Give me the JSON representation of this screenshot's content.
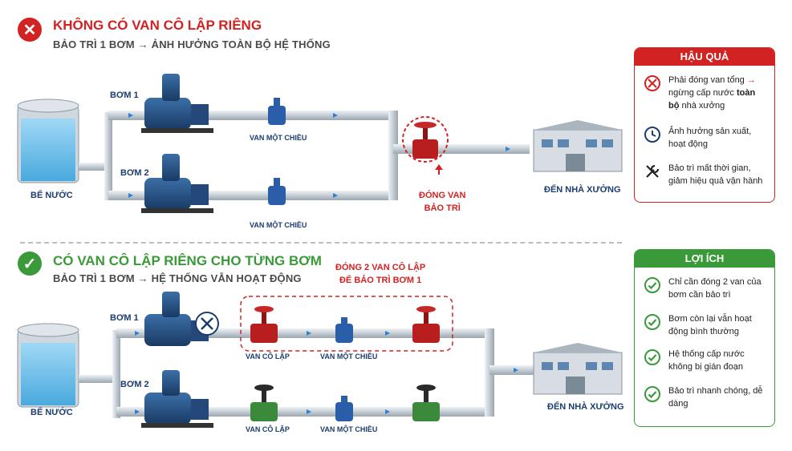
{
  "colors": {
    "bad": "#d32222",
    "good": "#3a9a3a",
    "navy": "#1c3d6e",
    "pipe": "#cfd6dc",
    "flow": "#2f80d0"
  },
  "top": {
    "title": "KHÔNG CÓ VAN CÔ LẬP RIÊNG",
    "subtitle": "BẢO TRÌ 1 BƠM → ẢNH HƯỞNG TOÀN BỘ HỆ THỐNG",
    "tank_label": "BỂ NƯỚC",
    "pump1": "BƠM 1",
    "pump2": "BƠM 2",
    "check_valve_1": "VAN MỘT CHIỀU",
    "check_valve_2": "VAN MỘT CHIỀU",
    "main_valve_callout": "ĐÓNG VAN\nBẢO TRÌ",
    "factory_label": "ĐẾN NHÀ XƯỞNG"
  },
  "bottom": {
    "title": "CÓ VAN CÔ LẬP RIÊNG CHO TỪNG BƠM",
    "subtitle": "BẢO TRÌ 1 BƠM → HỆ THỐNG VẪN HOẠT ĐỘNG",
    "tank_label": "BỂ NƯỚC",
    "pump1": "BƠM 1",
    "pump2": "BƠM 2",
    "callout": "ĐÓNG 2 VAN CÔ LẬP\nĐỂ BẢO TRÌ BƠM 1",
    "iso_valve_1": "VAN CÔ LẬP",
    "check_valve_1": "VAN MỘT CHIỀU",
    "iso_valve_2": "VAN CÔ LẬP",
    "check_valve_2": "VAN MỘT CHIỀU",
    "factory_label": "ĐẾN NHÀ XƯỞNG"
  },
  "consequences": {
    "header": "HẬU QUẢ",
    "items": [
      {
        "icon": "ban-icon",
        "text_a": "Phải đóng van tổng ",
        "arrow": "→",
        "text_b": "ngừng cấp nước ",
        "bold": "toàn bộ",
        "text_c": " nhà xưởng"
      },
      {
        "icon": "clock-icon",
        "text": "Ảnh hưởng sản xuất, hoạt động"
      },
      {
        "icon": "tools-icon",
        "text": "Bảo trì mất thời gian, giảm hiệu quả vận hành"
      }
    ]
  },
  "benefits": {
    "header": "LỢI ÍCH",
    "items": [
      {
        "icon": "check-circle-icon",
        "text": "Chỉ cần đóng 2 van của bơm cần bảo trì"
      },
      {
        "icon": "check-circle-icon",
        "text": "Bơm còn lại vẫn hoạt động bình thường"
      },
      {
        "icon": "check-circle-icon",
        "text": "Hệ thống cấp nước không bị gián đoạn"
      },
      {
        "icon": "check-circle-icon",
        "text": "Bảo trì nhanh chóng, dễ dàng"
      }
    ]
  }
}
